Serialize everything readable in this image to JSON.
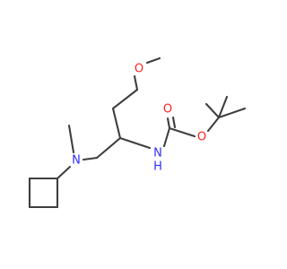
{
  "molecule": {
    "colors": {
      "bond": "#3f3f3f",
      "oxygen": "#ff2020",
      "nitrogen": "#2f2fff",
      "background": "#ffffff"
    },
    "labels": {
      "methoxy_oxygen": "O",
      "carbonyl_oxygen": "O",
      "ester_oxygen": "O",
      "amide_nitrogen": "N",
      "amide_hydrogen": "H",
      "amine_nitrogen": "N"
    }
  }
}
